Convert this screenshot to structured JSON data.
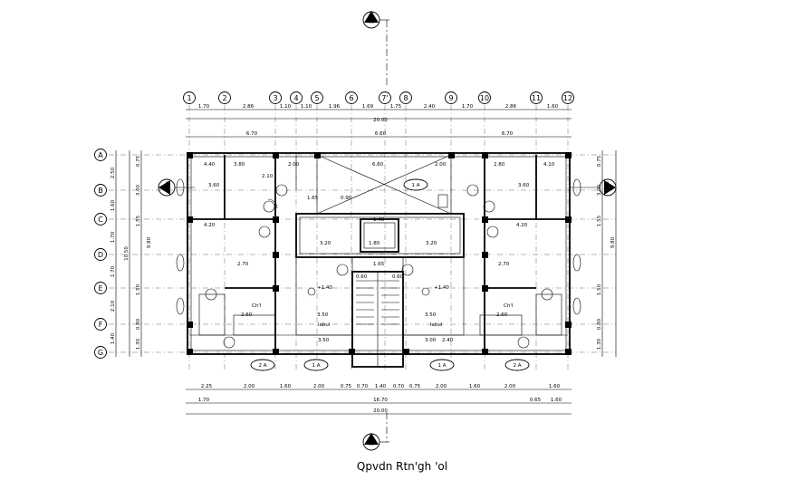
{
  "title": "Qpvdn Rtn'gh 'ol",
  "grid_columns": [
    "1",
    "2",
    "3",
    "4",
    "5",
    "6",
    "7'",
    "8",
    "9",
    "10",
    "11",
    "12"
  ],
  "grid_rows": [
    "A",
    "B",
    "C",
    "D",
    "E",
    "F",
    "G"
  ],
  "top_dims_row1": [
    "1.70",
    "2.86",
    "1.10",
    "1.10",
    "1.96",
    "1.69",
    "1.75",
    "2.40",
    "1.70",
    "2.86",
    "1.60"
  ],
  "top_total": "20.00",
  "top_dims_row2": [
    "6.70",
    "6.60",
    "6.70"
  ],
  "bottom_dims_row1": [
    "2.25",
    "2.00",
    "1.60",
    "2.00",
    "0.75",
    "0.70",
    "1.40",
    "0.70",
    "0.75",
    "2.00",
    "1.60",
    "2.00",
    "1.60"
  ],
  "bottom_dims_row2": [
    "1.70",
    "16.70",
    "0.65",
    "1.60"
  ],
  "bottom_total": "20.00",
  "left_dims_outer": [
    "2.50",
    "1.60",
    "1.70",
    "1.70",
    "2.10",
    "1.40"
  ],
  "left_total": "10.50",
  "left_dims_inner": [
    "0.75",
    "3.00",
    "1.55",
    "9.80",
    "1.50",
    "0.80",
    "1.30"
  ],
  "right_dims": [
    "0.75",
    "3.00",
    "1.55",
    "9.80",
    "1.50",
    "0.80",
    "1.30"
  ],
  "section_marks": {
    "top": "A",
    "bottom": "A",
    "left": "A",
    "right": "A"
  },
  "section_tags": [
    "2 A",
    "1 A",
    "1 A",
    "2 A",
    "1 A"
  ],
  "rooms": {
    "r1": "4.40",
    "r2": "3.80",
    "r3": "2.80",
    "r4": "2.10",
    "r5": "6.60",
    "r6": "1.80",
    "r7": "2.00",
    "r8": "4.10",
    "r9": "3.20",
    "r10": "3.20",
    "r11": "3.60",
    "r12": "2.70",
    "r13": "2.40",
    "r14": "4.20",
    "r15": "3.50",
    "r16": "3.50",
    "r17": "labul",
    "r18": "labul",
    "r19": "+1.40",
    "r20": "+1.40",
    "r21": "1.40",
    "r22": "2.60",
    "r23": "2.60",
    "r24": "1.65",
    "r25": "0.90",
    "r26": "0.60",
    "r27": "1.65",
    "r28": "0.60",
    "r29": "Ch'l",
    "r30": "Ch'l",
    "r31": "3.50",
    "r32": "3.00"
  }
}
